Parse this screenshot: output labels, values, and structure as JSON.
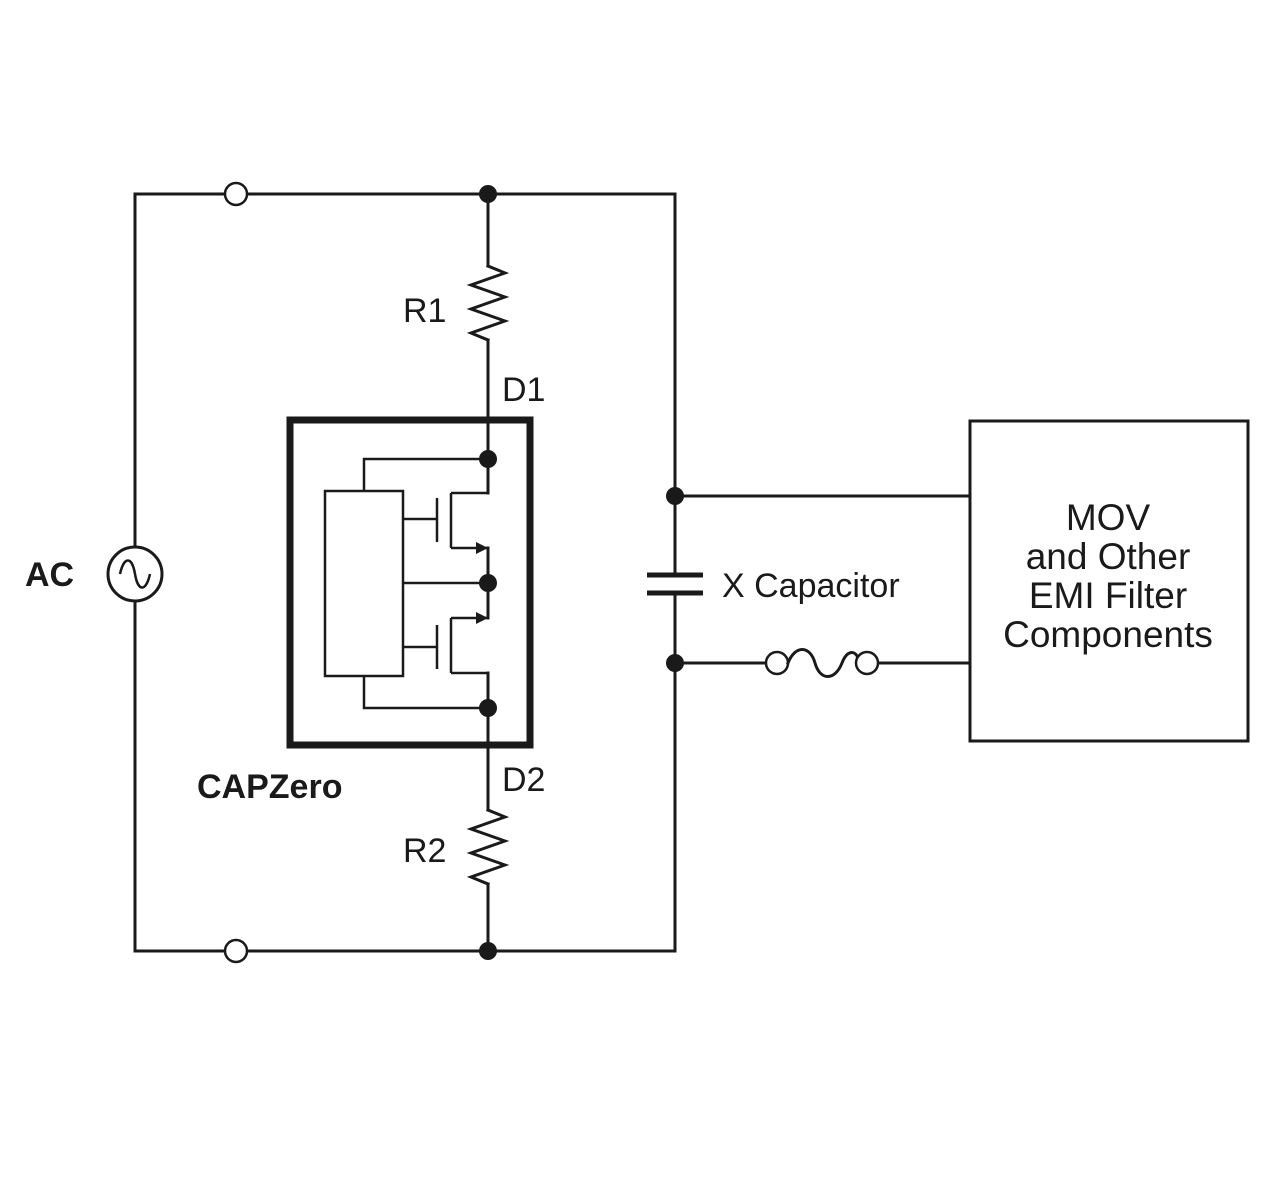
{
  "labels": {
    "ac_source": "AC",
    "r1": "R1",
    "r2": "R2",
    "d1": "D1",
    "d2": "D2",
    "capzero": "CAPZero",
    "x_capacitor": "X Capacitor",
    "emi_box_lines": [
      "MOV",
      "and Other",
      "EMI Filter",
      "Components"
    ]
  },
  "colors": {
    "line": "#1a1a1a",
    "background": "#ffffff"
  },
  "icons": {
    "ac_source": "ac-sine-source-icon",
    "resistor": "zigzag-resistor-icon",
    "capacitor": "parallel-plate-capacitor-icon",
    "inductor": "coil-inductor-icon",
    "mosfet": "mosfet-icon"
  }
}
